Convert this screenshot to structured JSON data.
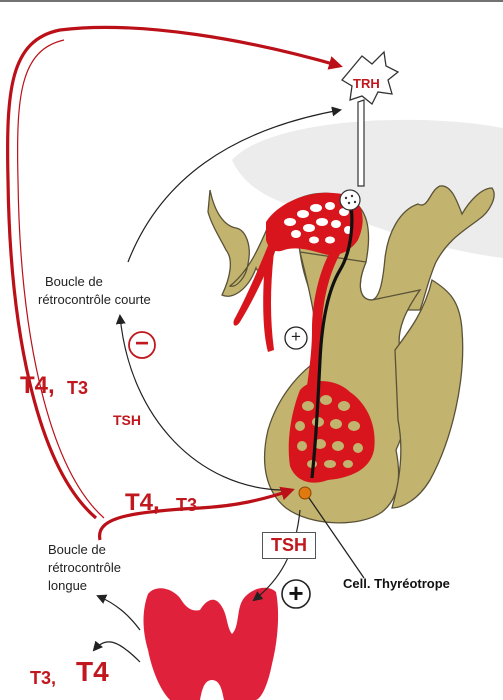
{
  "colors": {
    "gland": "#c2b36e",
    "gland_outline": "#5a5238",
    "vessel": "#d8151c",
    "thyroid": "#e0213b",
    "arrow_red": "#bb1018",
    "hypothalamus_bg": "#ececec"
  },
  "labels": {
    "trh": "TRH",
    "plus_top": "+",
    "minus": "−",
    "short_loop_line1": "Boucle de",
    "short_loop_line2": "rétrocontrôle courte",
    "tsh_left": "TSH",
    "t4t3_left_big": "T4,",
    "t4t3_left_small": "T3",
    "t4t3_mid_big": "T4,",
    "t4t3_mid_small": "T3",
    "long_loop_line1": "Boucle de",
    "long_loop_line2": "rétrocontrôle",
    "long_loop_line3": "longue",
    "tsh_box": "TSH",
    "plus_bottom": "+",
    "cell": "Cell. Thyréotrope",
    "t3t4_bottom_small": "T3,",
    "t3t4_bottom_big": "T4"
  }
}
